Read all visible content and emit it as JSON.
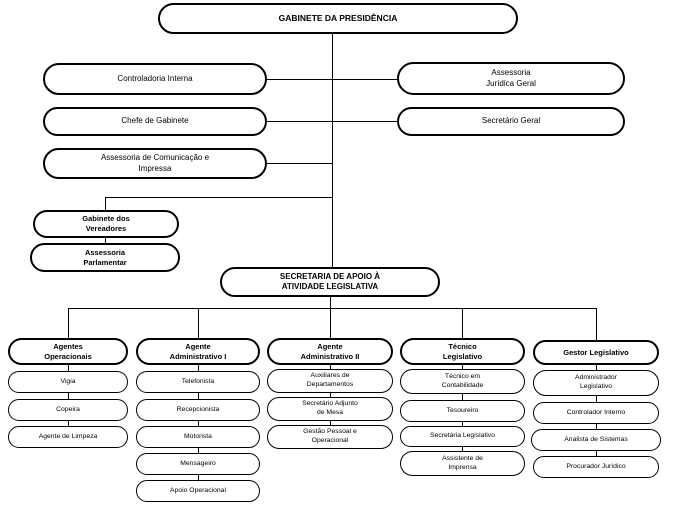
{
  "org": {
    "root": {
      "label": "GABINETE DA PRESIDÊNCIA"
    },
    "left_branch": {
      "items": [
        {
          "label": "Controladoria Interna"
        },
        {
          "label": "Chefe de Gabinete"
        },
        {
          "label": "Assessoria de Comunicação e\nImpressa"
        }
      ]
    },
    "right_branch": {
      "items": [
        {
          "label": "Assessoria\nJurídica Geral"
        },
        {
          "label": "Secretário Geral"
        }
      ]
    },
    "vereadores": {
      "label": "Gabinete dos\nVereadores"
    },
    "parlamentar": {
      "label": "Assessoria\nParlamentar"
    },
    "secretaria": {
      "label": "SECRETARIA DE APOIO À\nATIVIDADE LEGISLATIVA"
    },
    "columns": [
      {
        "header": "Agentes\nOperacionais",
        "items": [
          "Vigia",
          "Copeira",
          "Agente de Limpeza"
        ]
      },
      {
        "header": "Agente\nAdministrativo I",
        "items": [
          "Telefonista",
          "Recepcionista",
          "Motorista",
          "Mensageiro",
          "Apoio Operacional"
        ]
      },
      {
        "header": "Agente\nAdministrativo II",
        "items": [
          "Auxiliares de\nDepartamentos",
          "Secretário Adjunto\nde Mesa",
          "Gestão Pessoal e\nOperacional"
        ]
      },
      {
        "header": "Técnico\nLegislativo",
        "items": [
          "Técnico em\nContabilidade",
          "Tesoureiro",
          "Secretária Legislativo",
          "Assistente de\nImprensa"
        ]
      },
      {
        "header": "Gestor Legislativo",
        "items": [
          "Administrador\nLegislativo",
          "Controlador Interno",
          "Analista de Sistemas",
          "Procurador Jurídico"
        ]
      }
    ],
    "colors": {
      "line": "#000000",
      "box_fill": "#ffffff",
      "box_border": "#000000"
    }
  }
}
